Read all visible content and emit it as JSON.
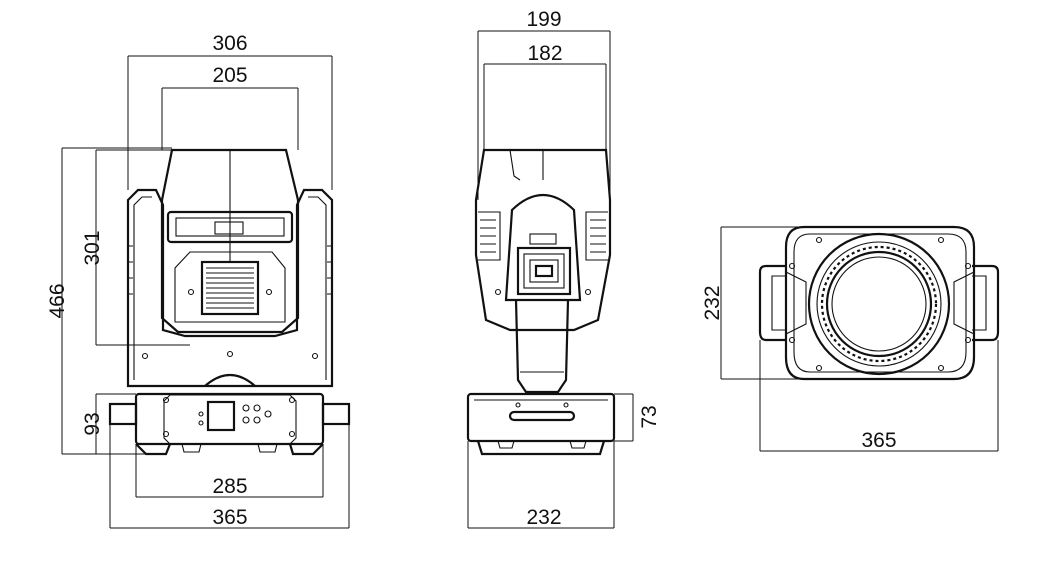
{
  "front_view": {
    "dims": {
      "overall_width": "306",
      "head_inner_width": "205",
      "head_height": "301",
      "total_height": "466",
      "base_height": "93",
      "base_inner_width": "285",
      "base_outer_width": "365"
    }
  },
  "side_view": {
    "dims": {
      "head_width": "199",
      "head_inner_width": "182",
      "base_height": "73",
      "base_width": "232"
    }
  },
  "top_view": {
    "dims": {
      "depth": "232",
      "width": "365"
    }
  }
}
